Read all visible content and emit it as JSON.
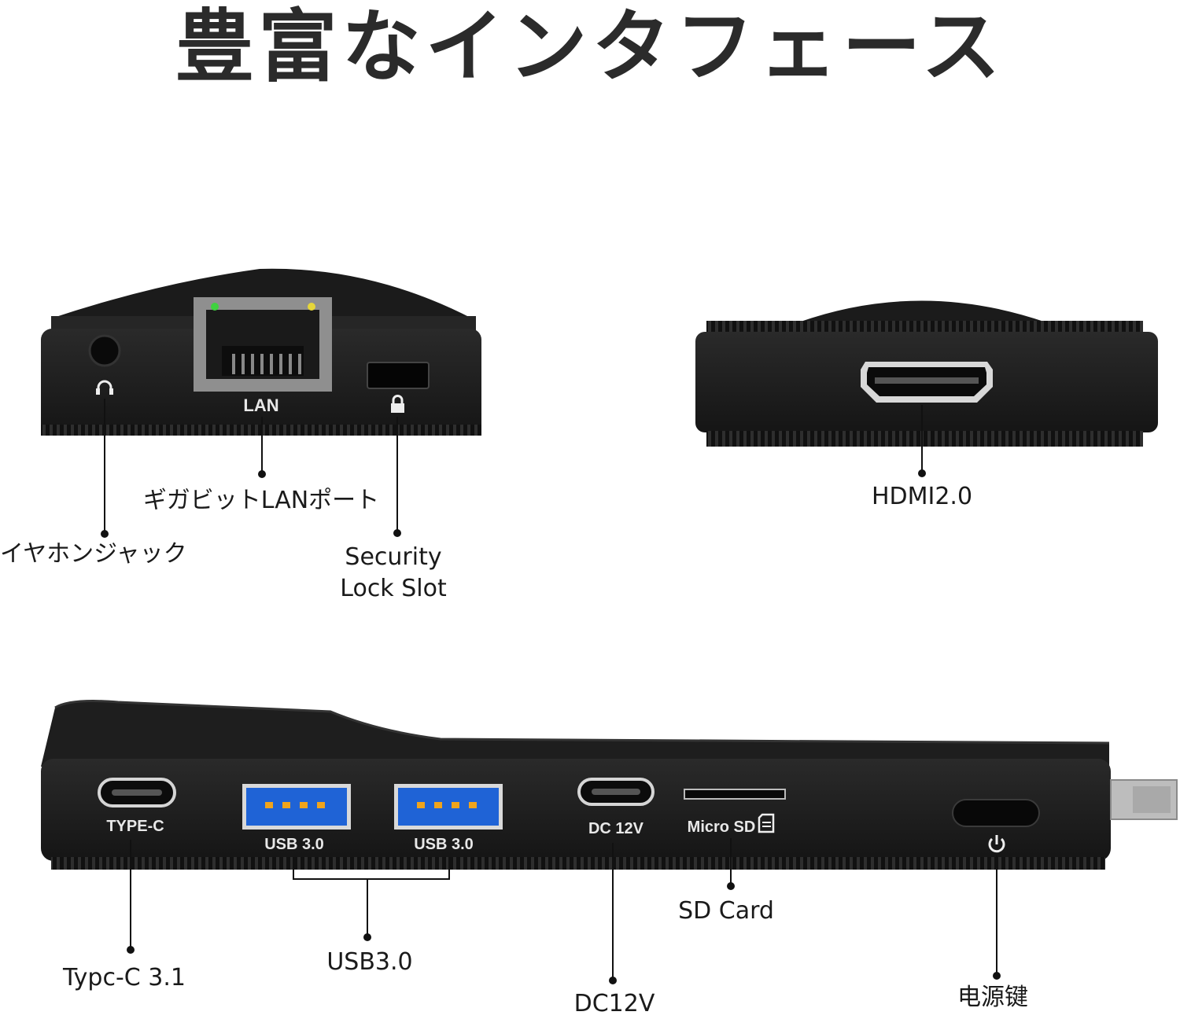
{
  "title": "豊富なインタフェース",
  "top_left_device": {
    "port_labels": {
      "lan": "LAN"
    },
    "callouts": {
      "lan": "ギガビットLANポート",
      "audio": "イヤホンジャック",
      "security_line1": "Security",
      "security_line2": "Lock Slot"
    }
  },
  "top_right_device": {
    "callouts": {
      "hdmi": "HDMI2.0"
    }
  },
  "bottom_device": {
    "port_labels": {
      "typec": "TYPE-C",
      "usb1": "USB 3.0",
      "usb2": "USB 3.0",
      "dc": "DC 12V",
      "microsd": "Micro SD"
    },
    "callouts": {
      "typec": "Typc-C 3.1",
      "usb": "USB3.0",
      "dc": "DC12V",
      "sd": "SD Card",
      "power": "电源键"
    }
  },
  "colors": {
    "device": "#1c1c1c",
    "usb_blue": "#1f63d6",
    "led_green": "#3fd23f",
    "led_yellow": "#e6d63a"
  }
}
